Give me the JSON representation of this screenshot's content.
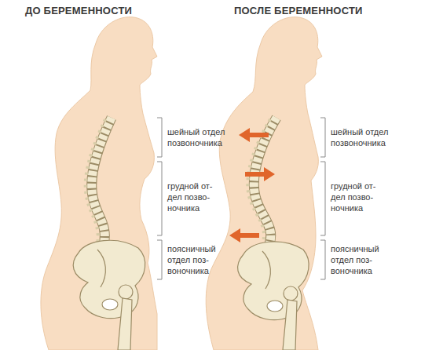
{
  "diagram": {
    "labels": [
      "ДО БЕРЕМЕННОСТИ",
      "ПОСЛЕ БЕРЕМЕННОСТИ",
      "шейный отдел позвоночника",
      "грудной от- дел позво- ночника",
      "поясничный отдел поз- воночника",
      "шейный отдел позвоночника",
      "грудной от- дел позво- ночника",
      "поясничный отдел поз- воночника"
    ]
  }
}
